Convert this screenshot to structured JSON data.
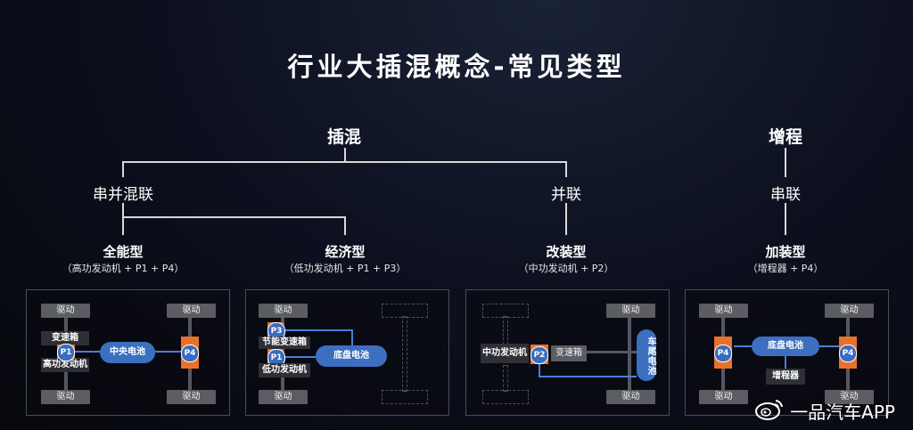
{
  "title": "行业大插混概念-常见类型",
  "categories": {
    "plugin": "插混",
    "extended": "增程"
  },
  "subcategories": {
    "series_parallel": "串并混联",
    "parallel": "并联",
    "series": "串联"
  },
  "types": [
    {
      "name": "全能型",
      "desc": "（高功发动机 + P1 + P4）"
    },
    {
      "name": "经济型",
      "desc": "（低功发动机 + P1 + P3）"
    },
    {
      "name": "改装型",
      "desc": "（中功发动机 + P2）"
    },
    {
      "name": "加装型",
      "desc": "（增程器 + P4）"
    }
  ],
  "card1": {
    "drive": "驱动",
    "gearbox": "变速箱",
    "engine": "高功发动机",
    "battery": "中央电池",
    "p1": "P1",
    "p4": "P4"
  },
  "card2": {
    "drive": "驱动",
    "gearbox": "节能变速箱",
    "engine": "低功发动机",
    "battery": "底盘电池",
    "p3": "P3",
    "p1": "P1"
  },
  "card3": {
    "drive": "驱动",
    "engine": "中功发动机",
    "gearbox": "变速箱",
    "battery": "车尾电池",
    "p2": "P2"
  },
  "card4": {
    "drive": "驱动",
    "battery": "底盘电池",
    "range_extender": "增程器",
    "p4": "P4"
  },
  "watermark": "一品汽车APP",
  "colors": {
    "accent_orange": "#e9722b",
    "battery_blue": "#3c6fbf"
  }
}
